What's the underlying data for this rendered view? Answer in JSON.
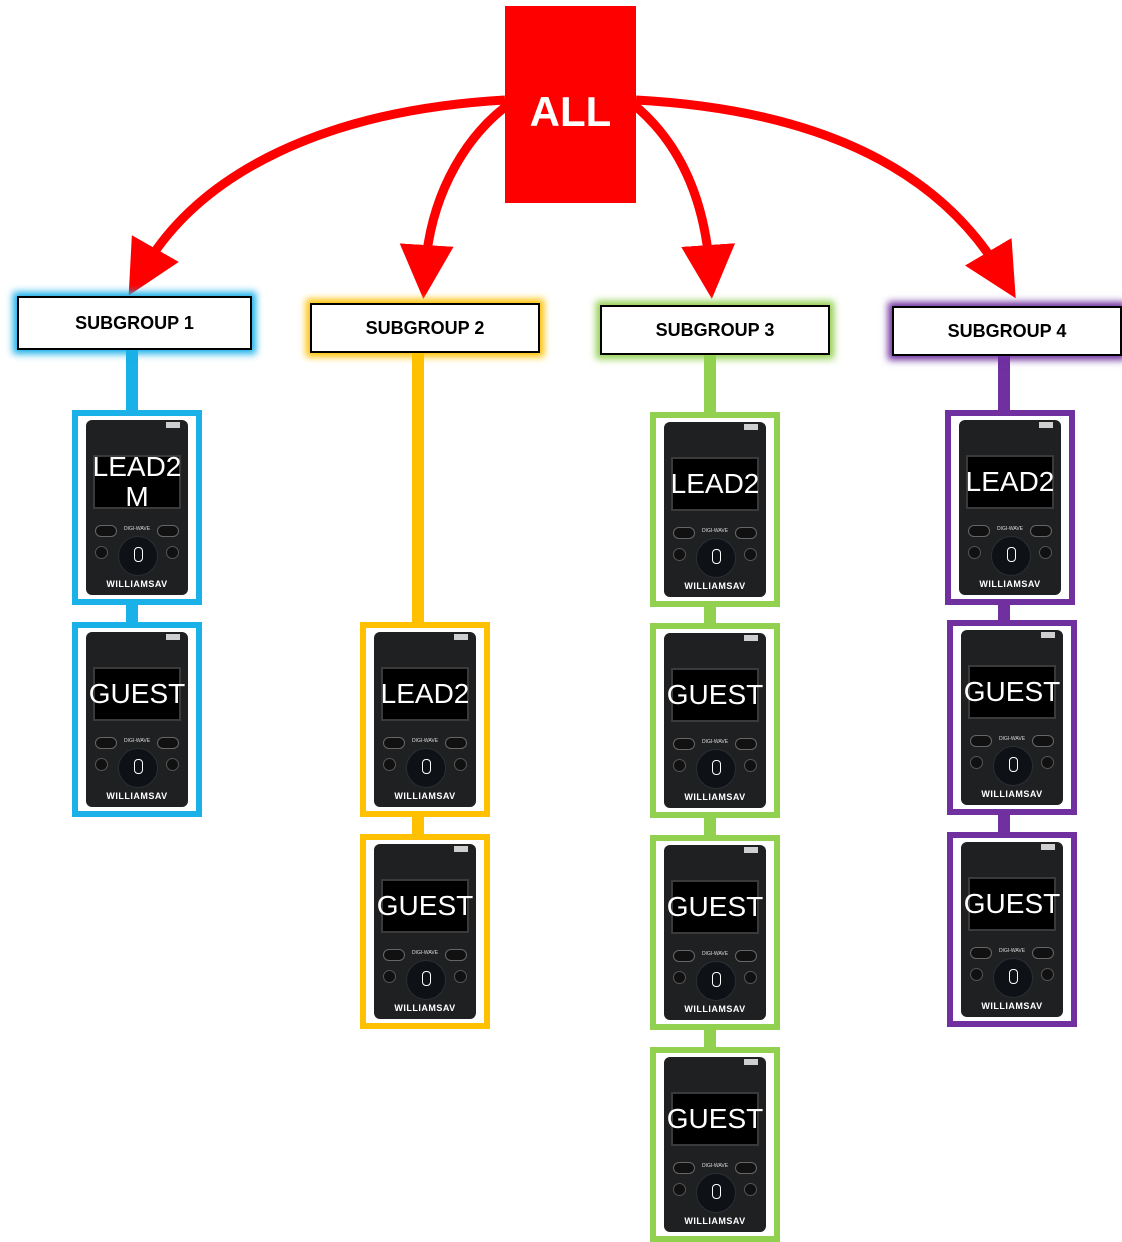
{
  "root": {
    "label": "ALL",
    "color": "#ff0000"
  },
  "subgroups": [
    {
      "label": "SUBGROUP 1",
      "color": "#1ab0e8",
      "devices": [
        {
          "screen_lines": [
            "LEAD2",
            "M"
          ]
        },
        {
          "screen_lines": [
            "GUEST"
          ]
        }
      ]
    },
    {
      "label": "SUBGROUP 2",
      "color": "#ffc000",
      "devices": [
        {
          "screen_lines": [
            "LEAD2"
          ]
        },
        {
          "screen_lines": [
            "GUEST"
          ]
        }
      ]
    },
    {
      "label": "SUBGROUP 3",
      "color": "#92d050",
      "devices": [
        {
          "screen_lines": [
            "LEAD2"
          ]
        },
        {
          "screen_lines": [
            "GUEST"
          ]
        },
        {
          "screen_lines": [
            "GUEST"
          ]
        },
        {
          "screen_lines": [
            "GUEST"
          ]
        }
      ]
    },
    {
      "label": "SUBGROUP 4",
      "color": "#7030a0",
      "devices": [
        {
          "screen_lines": [
            "LEAD2"
          ]
        },
        {
          "screen_lines": [
            "GUEST"
          ]
        },
        {
          "screen_lines": [
            "GUEST"
          ]
        }
      ]
    }
  ],
  "device_brand": "WILLIAMSAV",
  "device_button_label": "DIGI-WAVE"
}
